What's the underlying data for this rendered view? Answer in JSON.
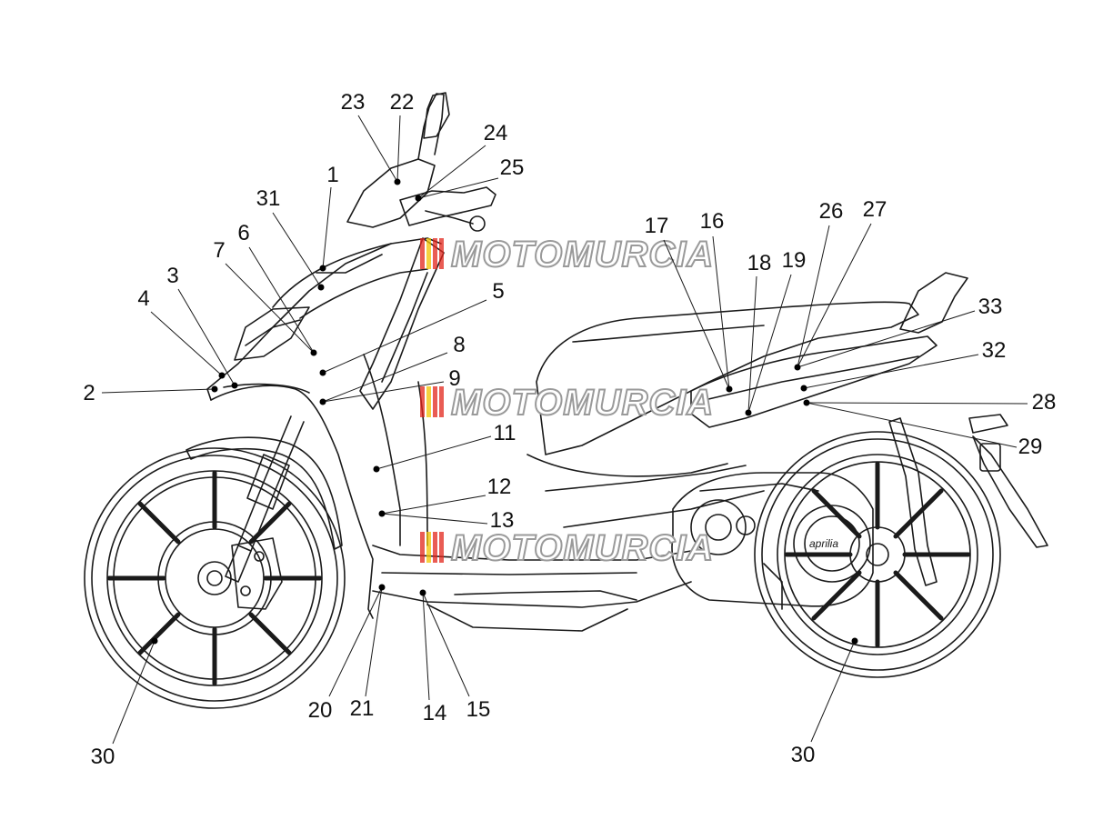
{
  "diagram": {
    "callouts": [
      {
        "id": "1",
        "label": "1"
      },
      {
        "id": "2",
        "label": "2"
      },
      {
        "id": "3",
        "label": "3"
      },
      {
        "id": "4",
        "label": "4"
      },
      {
        "id": "5",
        "label": "5"
      },
      {
        "id": "6",
        "label": "6"
      },
      {
        "id": "7",
        "label": "7"
      },
      {
        "id": "8",
        "label": "8"
      },
      {
        "id": "9",
        "label": "9"
      },
      {
        "id": "11",
        "label": "11"
      },
      {
        "id": "12",
        "label": "12"
      },
      {
        "id": "13",
        "label": "13"
      },
      {
        "id": "14",
        "label": "14"
      },
      {
        "id": "15",
        "label": "15"
      },
      {
        "id": "16",
        "label": "16"
      },
      {
        "id": "17",
        "label": "17"
      },
      {
        "id": "18",
        "label": "18"
      },
      {
        "id": "19",
        "label": "19"
      },
      {
        "id": "20",
        "label": "20"
      },
      {
        "id": "21",
        "label": "21"
      },
      {
        "id": "22",
        "label": "22"
      },
      {
        "id": "23",
        "label": "23"
      },
      {
        "id": "24",
        "label": "24"
      },
      {
        "id": "25",
        "label": "25"
      },
      {
        "id": "26",
        "label": "26"
      },
      {
        "id": "27",
        "label": "27"
      },
      {
        "id": "28",
        "label": "28"
      },
      {
        "id": "29",
        "label": "29"
      },
      {
        "id": "30a",
        "label": "30"
      },
      {
        "id": "30b",
        "label": "30"
      },
      {
        "id": "31",
        "label": "31"
      },
      {
        "id": "32",
        "label": "32"
      },
      {
        "id": "33",
        "label": "33"
      }
    ],
    "watermark": {
      "text": "MOTOMURCIA"
    },
    "brand_mark": {
      "text": "aprilia"
    }
  },
  "colors": {
    "line": "#1a1a1a",
    "dot": "#000000",
    "watermark_red": "#e1251b",
    "watermark_yellow": "#f2c300",
    "watermark_outline": "#9a9a9a"
  }
}
